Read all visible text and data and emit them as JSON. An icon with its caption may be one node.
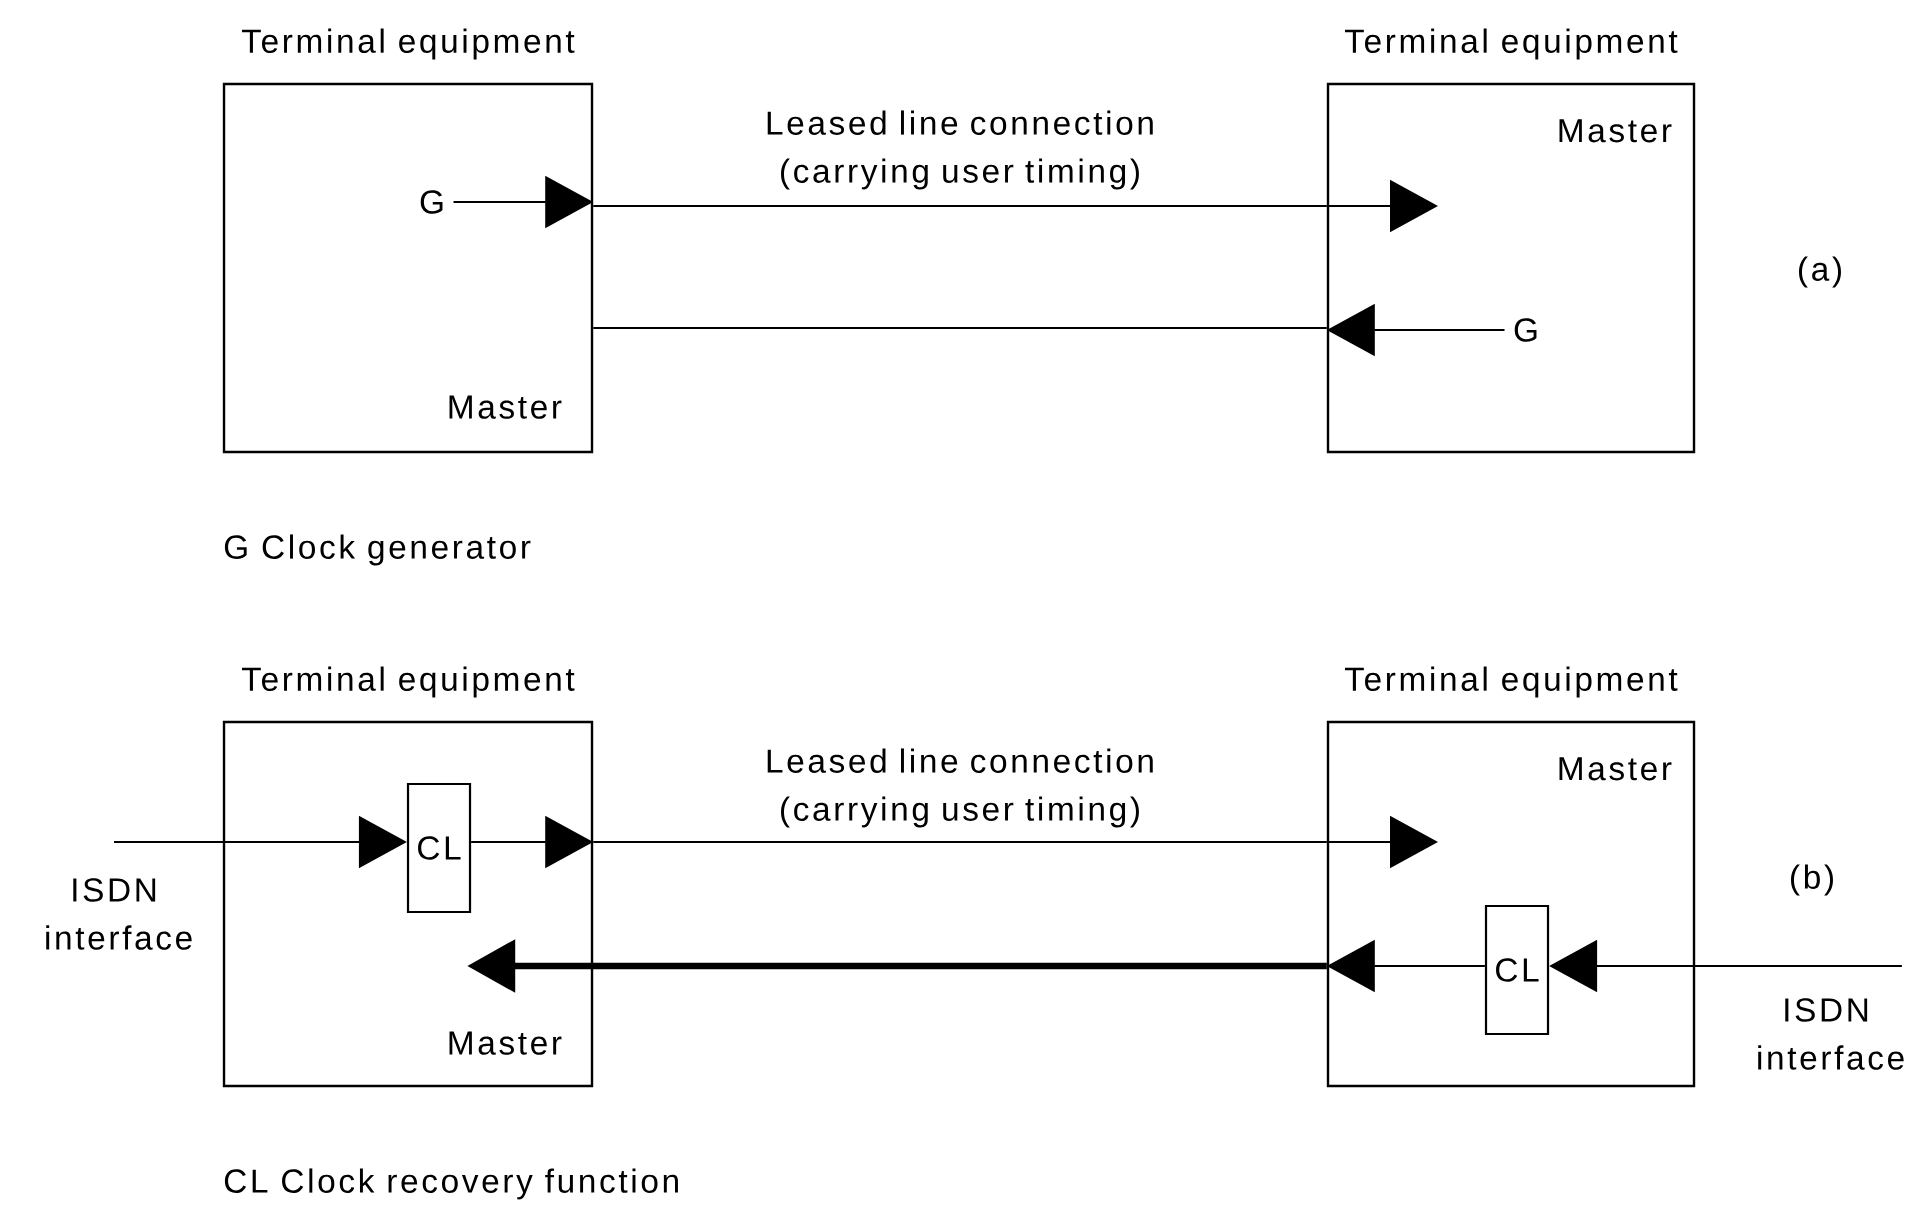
{
  "diagram": {
    "nodes": [
      {
        "text": [
          "Terminal equipment",
          "Master"
        ]
      },
      {
        "text": [
          "G"
        ],
        "in": 0
      },
      {
        "text": [
          "Terminal equipment",
          "Master"
        ]
      },
      {
        "text": [
          "G"
        ],
        "in": 2
      },
      {
        "text": [
          "ISDN interface"
        ]
      },
      {
        "text": [
          "Terminal equipment",
          "Master"
        ]
      },
      {
        "text": [
          "CL"
        ],
        "in": 5
      },
      {
        "text": [
          "Terminal equipment",
          "Master"
        ]
      },
      {
        "text": [
          "CL"
        ],
        "in": 7
      },
      {
        "text": [
          "ISDN interface"
        ]
      }
    ],
    "edges": [
      {
        "from": 1,
        "to": 0,
        "arrow": "to"
      },
      {
        "from": 0,
        "to": 2,
        "arrow": "none",
        "label": "Leased line connection (carrying user timing)"
      },
      {
        "from": 2,
        "to": null,
        "arrow": "to"
      },
      {
        "from": 3,
        "to": 2,
        "arrow": "to"
      },
      {
        "from": 2,
        "to": 0,
        "arrow": "none"
      },
      {
        "from": 4,
        "to": 6,
        "arrow": "to"
      },
      {
        "from": 6,
        "to": 5,
        "arrow": "to"
      },
      {
        "from": 5,
        "to": 7,
        "arrow": "none",
        "label": "Leased line connection (carrying user timing)"
      },
      {
        "from": 7,
        "to": null,
        "arrow": "to"
      },
      {
        "from": 9,
        "to": 8,
        "arrow": "to"
      },
      {
        "from": 8,
        "to": 7,
        "arrow": "to"
      },
      {
        "from": 7,
        "to": 5,
        "arrow": "to",
        "style": "thick"
      }
    ],
    "labels": [
      "(a)",
      "G Clock generator",
      "(b)",
      "CL Clock recovery function"
    ]
  }
}
